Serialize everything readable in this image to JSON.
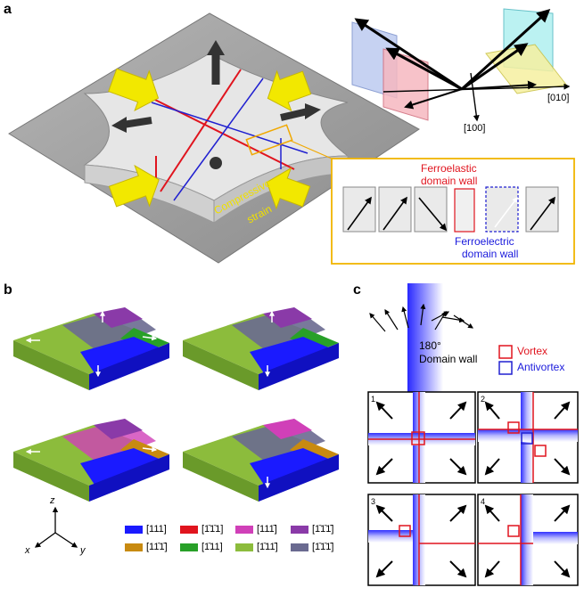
{
  "panels": {
    "a": {
      "label": "a",
      "strain_label_1": "Compressive",
      "strain_label_2": "strain",
      "axis_010": "[010]",
      "axis_100": "[100]",
      "ferroelastic_1": "Ferroelastic",
      "ferroelastic_2": "domain wall",
      "ferroelectric_1": "Ferroelectric",
      "ferroelectric_2": "domain wall"
    },
    "b": {
      "label": "b",
      "axes": {
        "z": "z",
        "x": "x",
        "y": "y"
      },
      "legend": [
        {
          "label": "[111]",
          "color": "#1a1aff"
        },
        {
          "label": "[1̄1̄1]",
          "color": "#e0141e"
        },
        {
          "label": "[111̄]",
          "color": "#d040b8"
        },
        {
          "label": "[1̄1̄1̄]",
          "color": "#8a3aa8"
        },
        {
          "label": "[11̄1̄]",
          "color": "#c88a10"
        },
        {
          "label": "[1̄11]",
          "color": "#28a028"
        },
        {
          "label": "[1̄11̄]",
          "color": "#8cbc3c"
        },
        {
          "label": "[1̄1̄1̄]",
          "color": "#6a6a90"
        }
      ]
    },
    "c": {
      "label": "c",
      "domain_wall_1": "180°",
      "domain_wall_2": "Domain wall",
      "vortex": "Vortex",
      "antivortex": "Antivortex",
      "subpanels": [
        "1",
        "2",
        "3",
        "4"
      ]
    }
  }
}
